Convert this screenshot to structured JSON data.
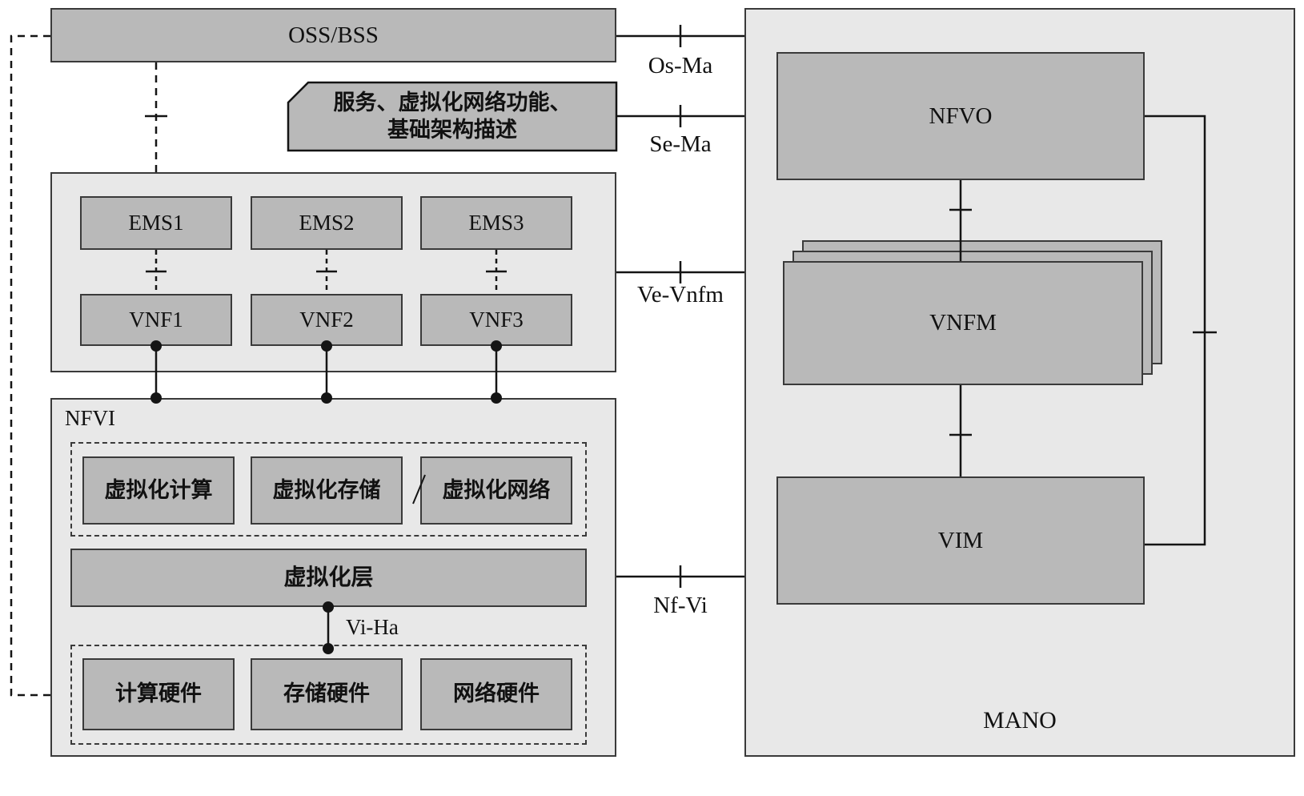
{
  "colors": {
    "bg": "#ffffff",
    "panel-fill": "#e8e8e8",
    "box-fill": "#b9b9b9",
    "box-border": "#3a3a3a",
    "wire": "#141414",
    "text": "#111111"
  },
  "boxes": {
    "oss_bss": "OSS/BSS",
    "descriptor_line1": "服务、虚拟化网络功能、",
    "descriptor_line2": "基础架构描述",
    "ems": [
      "EMS1",
      "EMS2",
      "EMS3"
    ],
    "vnf": [
      "VNF1",
      "VNF2",
      "VNF3"
    ],
    "nfvi": "NFVI",
    "virtual": [
      "虚拟化计算",
      "虚拟化存储",
      "虚拟化网络"
    ],
    "virt_layer": "虚拟化层",
    "hardware": [
      "计算硬件",
      "存储硬件",
      "网络硬件"
    ],
    "mano": "MANO",
    "nfvo": "NFVO",
    "vnfm": "VNFM",
    "vim": "VIM"
  },
  "interfaces": {
    "os_ma": "Os-Ma",
    "se_ma": "Se-Ma",
    "ve_vnfm": "Ve-Vnfm",
    "nf_vi": "Nf-Vi",
    "vi_ha": "Vi-Ha"
  }
}
